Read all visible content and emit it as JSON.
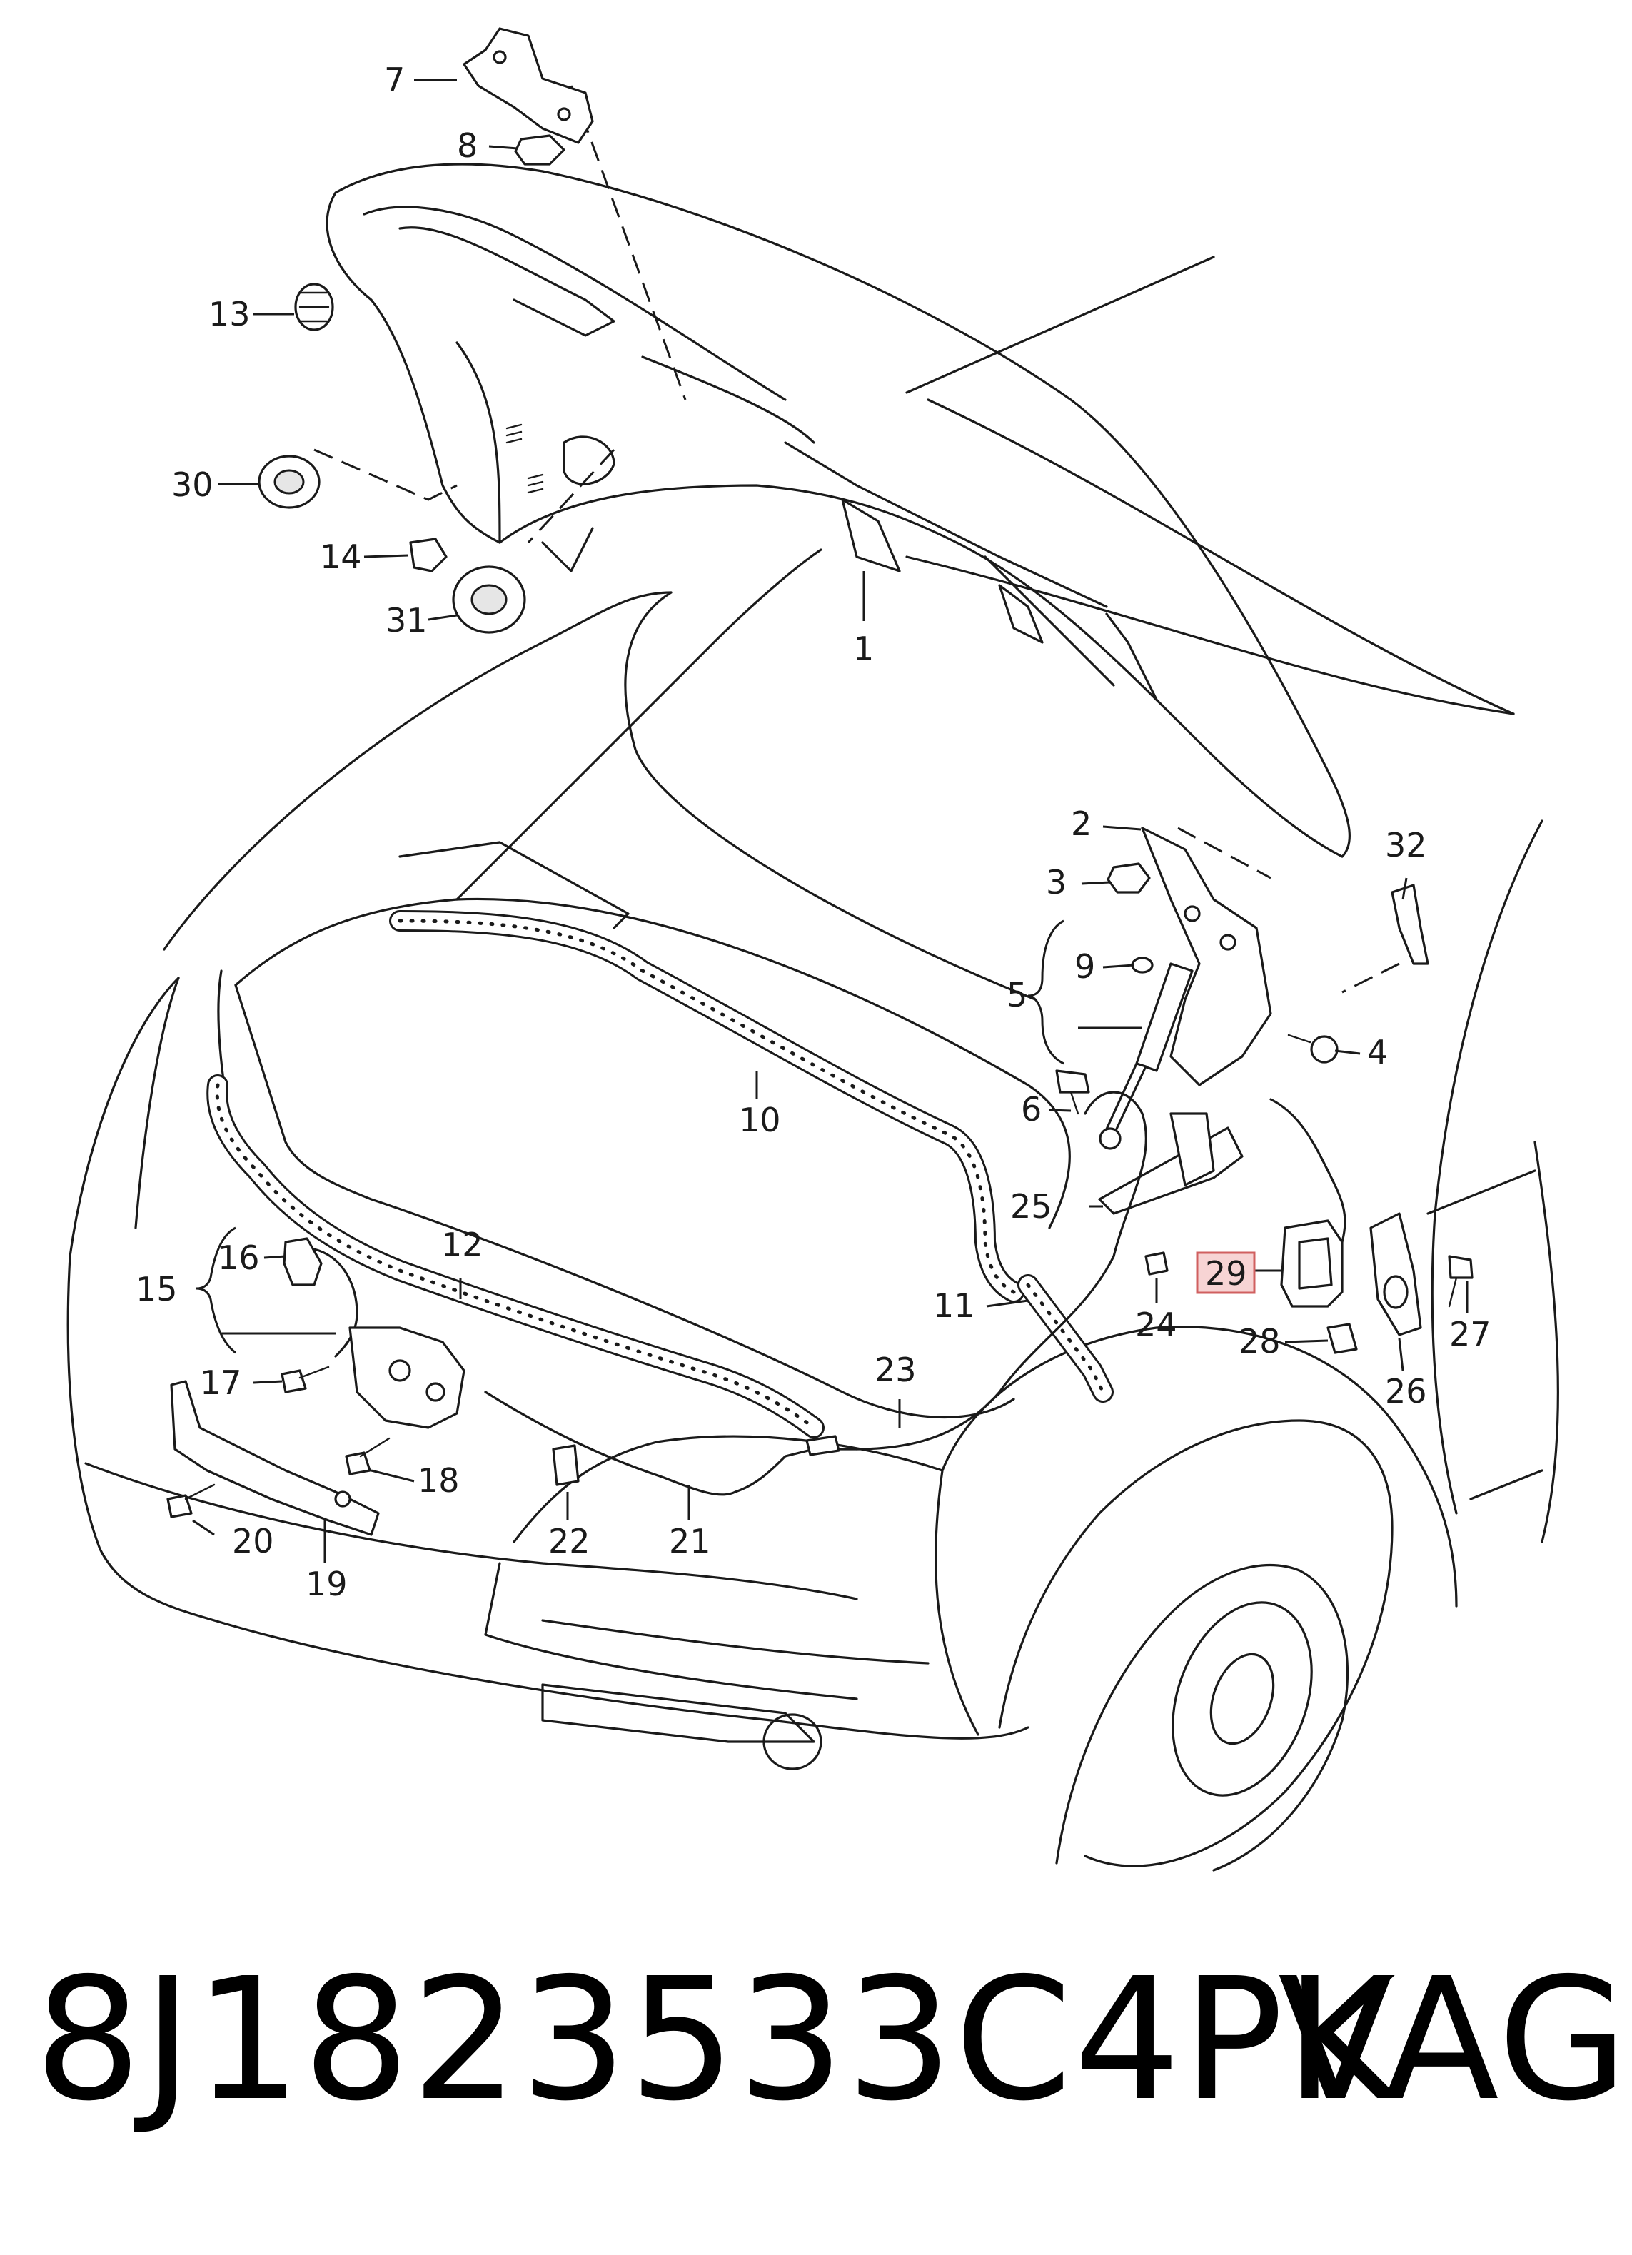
{
  "diagram": {
    "callouts": [
      {
        "id": "1",
        "label": "1"
      },
      {
        "id": "2",
        "label": "2"
      },
      {
        "id": "3",
        "label": "3"
      },
      {
        "id": "4",
        "label": "4"
      },
      {
        "id": "5",
        "label": "5"
      },
      {
        "id": "6",
        "label": "6"
      },
      {
        "id": "7",
        "label": "7"
      },
      {
        "id": "8",
        "label": "8"
      },
      {
        "id": "9",
        "label": "9"
      },
      {
        "id": "10",
        "label": "10"
      },
      {
        "id": "11",
        "label": "11"
      },
      {
        "id": "12",
        "label": "12"
      },
      {
        "id": "13",
        "label": "13"
      },
      {
        "id": "14",
        "label": "14"
      },
      {
        "id": "15",
        "label": "15"
      },
      {
        "id": "16",
        "label": "16"
      },
      {
        "id": "17",
        "label": "17"
      },
      {
        "id": "18",
        "label": "18"
      },
      {
        "id": "19",
        "label": "19"
      },
      {
        "id": "20",
        "label": "20"
      },
      {
        "id": "21",
        "label": "21"
      },
      {
        "id": "22",
        "label": "22"
      },
      {
        "id": "23",
        "label": "23"
      },
      {
        "id": "24",
        "label": "24"
      },
      {
        "id": "25",
        "label": "25"
      },
      {
        "id": "26",
        "label": "26"
      },
      {
        "id": "27",
        "label": "27"
      },
      {
        "id": "28",
        "label": "28"
      },
      {
        "id": "29",
        "label": "29"
      },
      {
        "id": "30",
        "label": "30"
      },
      {
        "id": "31",
        "label": "31"
      },
      {
        "id": "32",
        "label": "32"
      }
    ],
    "highlighted_callout": "29",
    "highlight_color": "#f7d4d4",
    "highlight_border_color": "#d06060"
  },
  "caption": {
    "part_number": "8J1823533C4PK",
    "brand": "VAG"
  }
}
